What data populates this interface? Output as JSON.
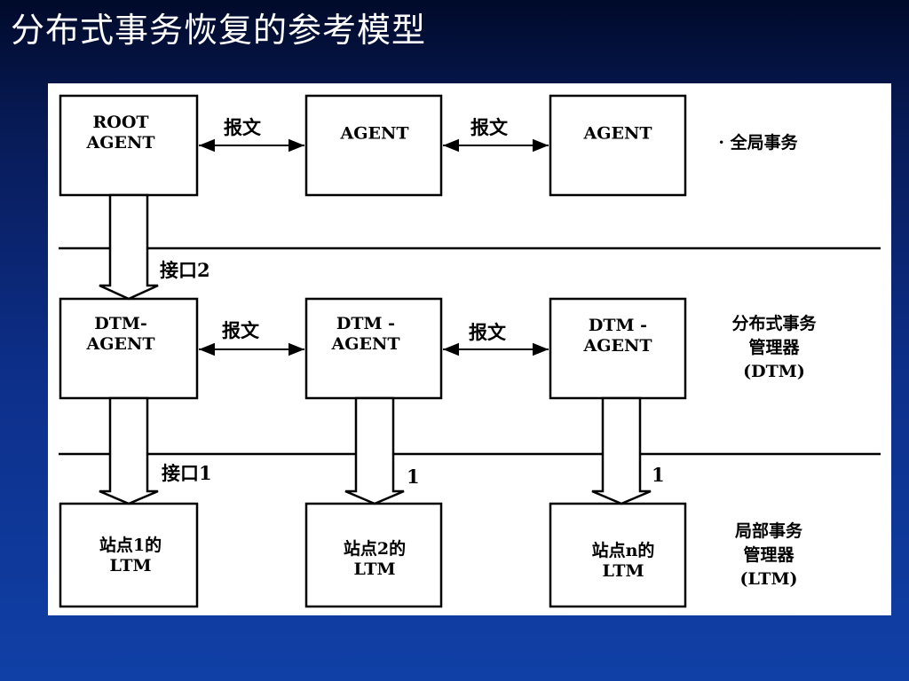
{
  "slide": {
    "title": "分布式事务恢复的参考模型"
  },
  "diagram": {
    "nodes": {
      "root_agent": [
        "ROOT",
        "AGENT"
      ],
      "agent_2": "AGENT",
      "agent_3": "AGENT",
      "dtm_agent_1": [
        "DTM-",
        "AGENT"
      ],
      "dtm_agent_2": [
        "DTM -",
        "AGENT"
      ],
      "dtm_agent_3": [
        "DTM -",
        "AGENT"
      ],
      "ltm_1": [
        "站点1的",
        "LTM"
      ],
      "ltm_2": [
        "站点2的",
        "LTM"
      ],
      "ltm_n": [
        "站点n的",
        "LTM"
      ]
    },
    "edge_labels": {
      "message": "报文",
      "interface_2": "接口2",
      "interface_1": "接口1",
      "one": "1"
    },
    "layers": {
      "global": "· 全局事务",
      "dtm": [
        "分布式事务",
        "管理器",
        "(DTM)"
      ],
      "ltm": [
        "局部事务",
        "管理器",
        "(LTM)"
      ]
    },
    "colors": {
      "line": "#000000",
      "figure_background": "#ffffff"
    }
  }
}
